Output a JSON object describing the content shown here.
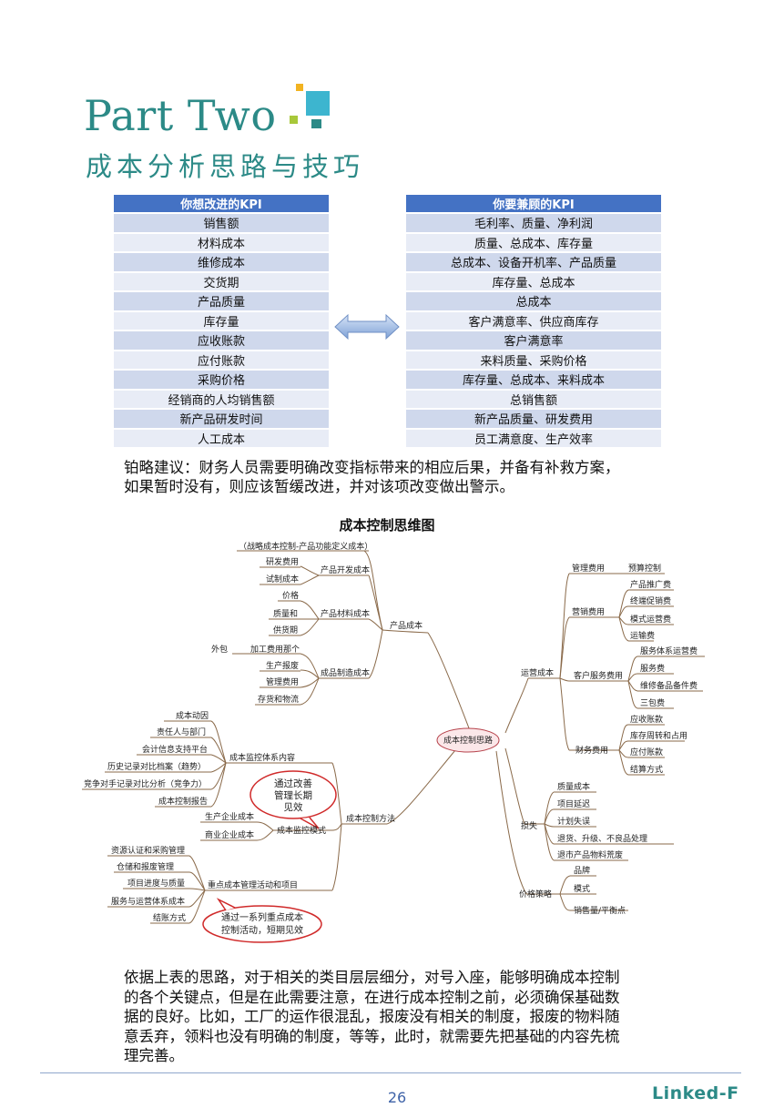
{
  "header": {
    "title": "Part Two",
    "subtitle": "成本分析思路与技巧",
    "accent_colors": [
      "#2c8a87",
      "#a8c83a",
      "#3db5cf",
      "#f2b321"
    ]
  },
  "kpi_left": {
    "header": "你想改进的KPI",
    "rows": [
      "销售额",
      "材料成本",
      "维修成本",
      "交货期",
      "产品质量",
      "库存量",
      "应收账款",
      "应付账款",
      "采购价格",
      "经销商的人均销售额",
      "新产品研发时间",
      "人工成本"
    ]
  },
  "kpi_right": {
    "header": "你要兼顾的KPI",
    "rows": [
      "毛利率、质量、净利润",
      "质量、总成本、库存量",
      "总成本、设备开机率、产品质量",
      "库存量、总成本",
      "总成本",
      "客户满意率、供应商库存",
      "客户满意率",
      "来料质量、采购价格",
      "库存量、总成本、来料成本",
      "总销售额",
      "新产品质量、研发费用",
      "员工满意度、生产效率"
    ]
  },
  "arrow_icon": "double-arrow-icon",
  "advice": {
    "line1": "铂略建议：财务人员需要明确改变指标带来的相应后果，并备有补救方案，",
    "line2": "如果暂时没有，则应该暂缓改进，并对该项改变做出警示。"
  },
  "mindmap": {
    "title": "成本控制思维图",
    "center": "成本控制思路",
    "left": {
      "product_cost": "产品成本",
      "strategy": "（战略成本控制-产品功能定义成本）",
      "dev_cost": "产品开发成本",
      "dev_items": [
        "研发费用",
        "试制成本"
      ],
      "material_cost": "产品材料成本",
      "material_items": [
        "价格",
        "质量和",
        "供货期"
      ],
      "mfg_cost": "成品制造成本",
      "mfg_items": [
        "加工费用那个",
        "生产报废",
        "管理费用",
        "存货和物流"
      ],
      "outsource": "外包",
      "control_method": "成本控制方法",
      "monitor_system": "成本监控体系内容",
      "monitor_items": [
        "成本动因",
        "责任人与部门",
        "会计信息支持平台",
        "历史记录对比档案（趋势）",
        "竞争对手记录对比分析（竞争力）",
        "成本控制报告"
      ],
      "callout1": [
        "通过改善",
        "管理长期",
        "见效"
      ],
      "mode": "成本监控模式",
      "mode_items": [
        "生产企业成本",
        "商业企业成本"
      ],
      "key_activities": "重点成本管理活动和项目",
      "key_items": [
        "资源认证和采购管理",
        "仓储和报废管理",
        "项目进度与质量",
        "服务与运营体系成本",
        "结账方式"
      ],
      "callout2": [
        "通过一系列重点成本",
        "控制活动，短期见效"
      ]
    },
    "right": {
      "ops_cost": "运营成本",
      "mgmt_fee": "管理费用",
      "mgmt_items": [
        "预算控制"
      ],
      "sales_fee": "营销费用",
      "sales_items": [
        "产品推广费",
        "终端促销费",
        "模式运营费",
        "运输费"
      ],
      "cs_fee": "客户服务费用",
      "cs_items": [
        "服务体系运营费",
        "服务费",
        "维修备品备件费",
        "三包费"
      ],
      "fin_fee": "财务费用",
      "fin_items": [
        "应收账款",
        "库存周转和占用",
        "应付账款",
        "结算方式"
      ],
      "loss": "损失",
      "loss_items": [
        "质量成本",
        "项目延迟",
        "计划失误",
        "退货、升级、不良品处理",
        "退市产品物料荒废"
      ],
      "pricing": "价格策略",
      "pricing_items": [
        "品牌",
        "模式",
        "销售量/平衡点"
      ]
    }
  },
  "conclusion": {
    "lines": [
      "依据上表的思路，对于相关的类目层层细分，对号入座，能够明确成本控制",
      "的各个关键点，但是在此需要注意，在进行成本控制之前，必须确保基础数",
      "据的良好。比如，工厂的运作很混乱，报废没有相关的制度，报废的物料随",
      "意丢弃，领料也没有明确的制度，等等，此时，就需要先把基础的内容先梳",
      "理完善。"
    ]
  },
  "footer": {
    "page_number": "26",
    "brand": "Linked-F"
  }
}
